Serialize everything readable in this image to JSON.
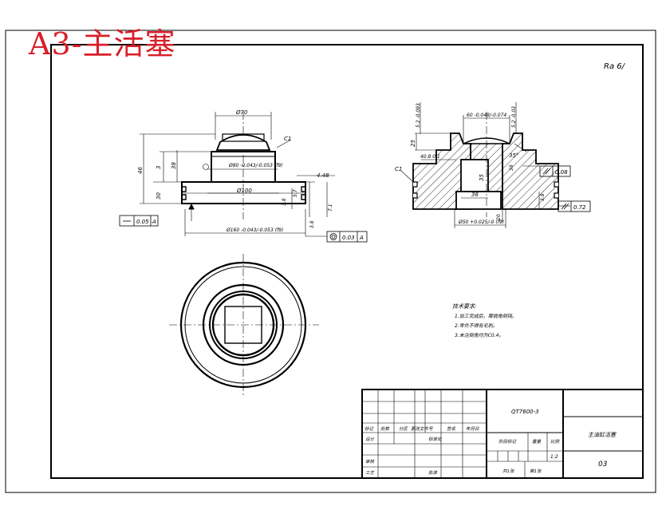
{
  "stamp": "A3-主活塞",
  "corner_roughness": "Ra 6/",
  "front_view": {
    "dims": {
      "d70": "Ø70",
      "c1": "C1",
      "d80": "Ø80 -0.043/-0.053 (f9)",
      "d100": "Ø100",
      "d160": "Ø160 -0.043/-0.053 (f9)",
      "h46": "46",
      "h3": "3",
      "h38": "38",
      "h30": "30",
      "w448": "4.48",
      "v57": "5.7",
      "v38a": "3.8",
      "v71": "7.1",
      "v38b": "3.8"
    },
    "flatness_value": "0.05",
    "flatness_datum": "A",
    "runout_value": "0.03",
    "runout_datum": "A"
  },
  "section_view": {
    "dims": {
      "d60": "60 -0.048/-0.074",
      "t52": "5.2 -0.093",
      "t52b": "5.2 -0.03",
      "h25": "25",
      "d40": "40.8 0.1",
      "angle": "35°",
      "c1": "C1",
      "h38": "38",
      "w35": "35",
      "w36": "36",
      "d50": "Ø50 +0.025/-0 (f9)",
      "v20": "20",
      "v38": "3.8"
    },
    "gdt1_value": "0.08",
    "gdt2_value": "0.72"
  },
  "notes": {
    "title": "技术要求:",
    "lines": [
      "1.加工完成后，需锐角倒钝。",
      "2.零件不得有毛刺。",
      "3.未注倒角均为C0.4。"
    ]
  },
  "title_block": {
    "drawing_code": "QT7600-3",
    "part_name": "主油缸活塞",
    "sheet_number": "03",
    "scale_value": "1:2",
    "headers": {
      "mark": "标记",
      "count": "处数",
      "zone": "分区",
      "change_doc": "更改文件号",
      "signature": "签名",
      "date": "年月日",
      "designer": "设计",
      "standardization": "标准化",
      "review": "审核",
      "process": "工艺",
      "approve": "批准",
      "stage_mark": "阶段标记",
      "weight": "重量",
      "scale": "比例",
      "sheets_total": "共1张",
      "sheet_no": "第1张"
    }
  }
}
